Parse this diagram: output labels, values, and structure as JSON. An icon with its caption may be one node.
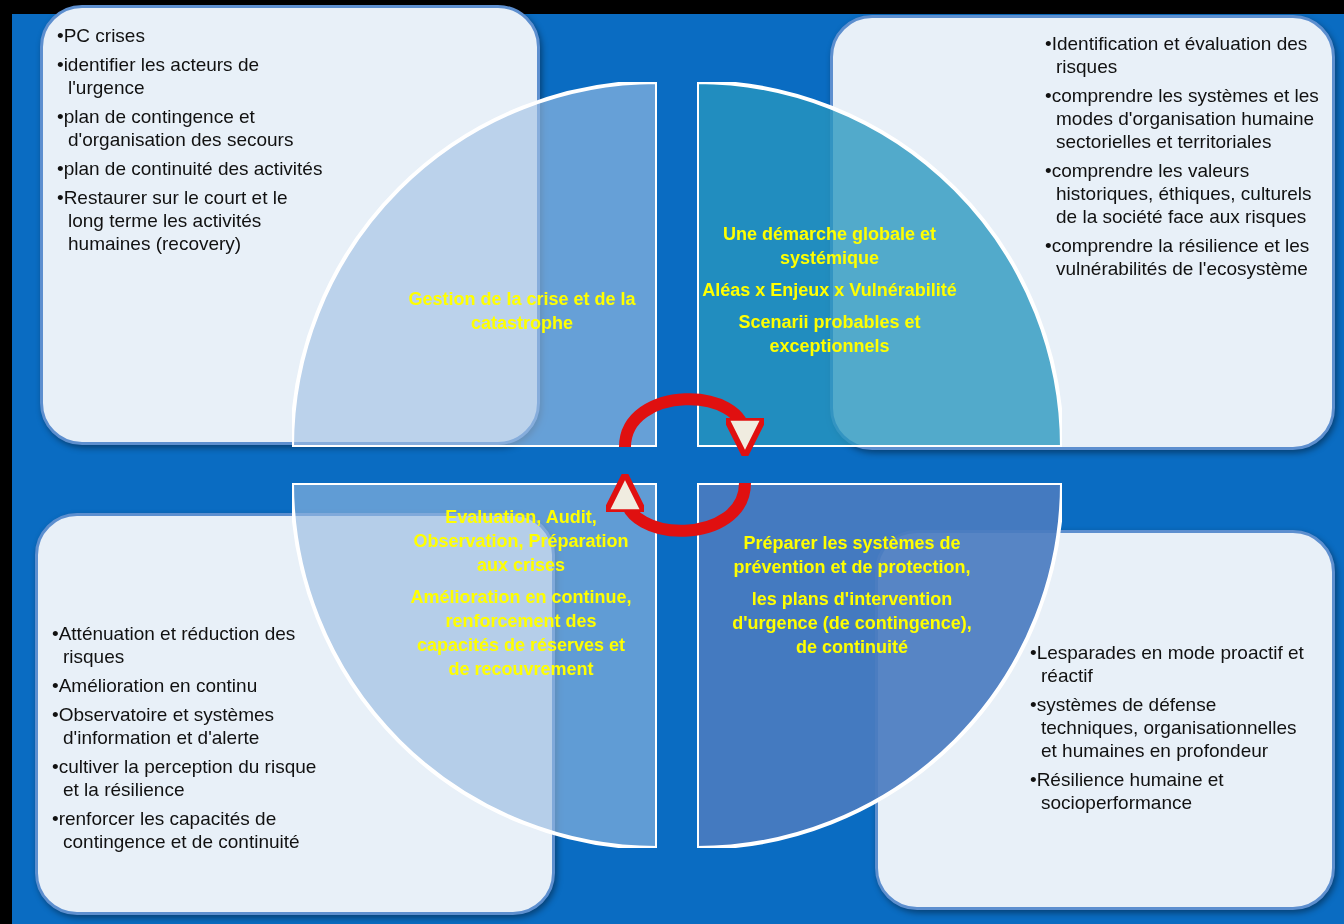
{
  "diagram": {
    "nodes": [
      {
        "text": [
          "•PC crises",
          "•identifier les acteurs de l'urgence",
          "•plan de contingence et d'organisation des secours",
          "•plan de continuité des activités",
          "•Restaurer sur le court et le long terme les activités humaines (recovery)"
        ]
      },
      {
        "text": [
          "•Identification et évaluation des risques",
          "•comprendre les systèmes et les modes d'organisation humaine sectorielles et territoriales",
          "•comprendre les valeurs historiques, éthiques, culturels de la société face aux risques",
          "•comprendre la résilience et les vulnérabilités de l'ecosystème"
        ]
      },
      {
        "text": [
          "Gestion de la crise et de la catastrophe"
        ]
      },
      {
        "text": [
          "Une démarche globale et systémique",
          "Aléas x Enjeux x Vulnérabilité",
          "Scenarii probables et exceptionnels"
        ]
      },
      {
        "text": [
          "Evaluation, Audit, Observation, Préparation aux crises",
          "Amélioration en continue, renforcement des capacités de réserves et de recouvrement"
        ]
      },
      {
        "text": [
          "Préparer les systèmes de prévention et de protection,",
          "les plans d'intervention d'urgence (de contingence), de continuité"
        ]
      },
      {
        "text": [
          "•Atténuation et réduction des risques",
          "•Amélioration en continu",
          "•Observatoire et systèmes d'information et d'alerte",
          "•cultiver la perception du risque et la résilience",
          "•renforcer les capacités de contingence et de continuité"
        ]
      },
      {
        "text": [
          "•Lesparades en mode proactif et réactif",
          "•systèmes de défense techniques, organisationnelles et humaines en profondeur",
          "•Résilience humaine et socioperformance"
        ]
      }
    ],
    "edges": [
      {
        "from": 2,
        "to": 3,
        "arrow": "to"
      },
      {
        "from": 5,
        "to": 4,
        "arrow": "to"
      }
    ]
  }
}
